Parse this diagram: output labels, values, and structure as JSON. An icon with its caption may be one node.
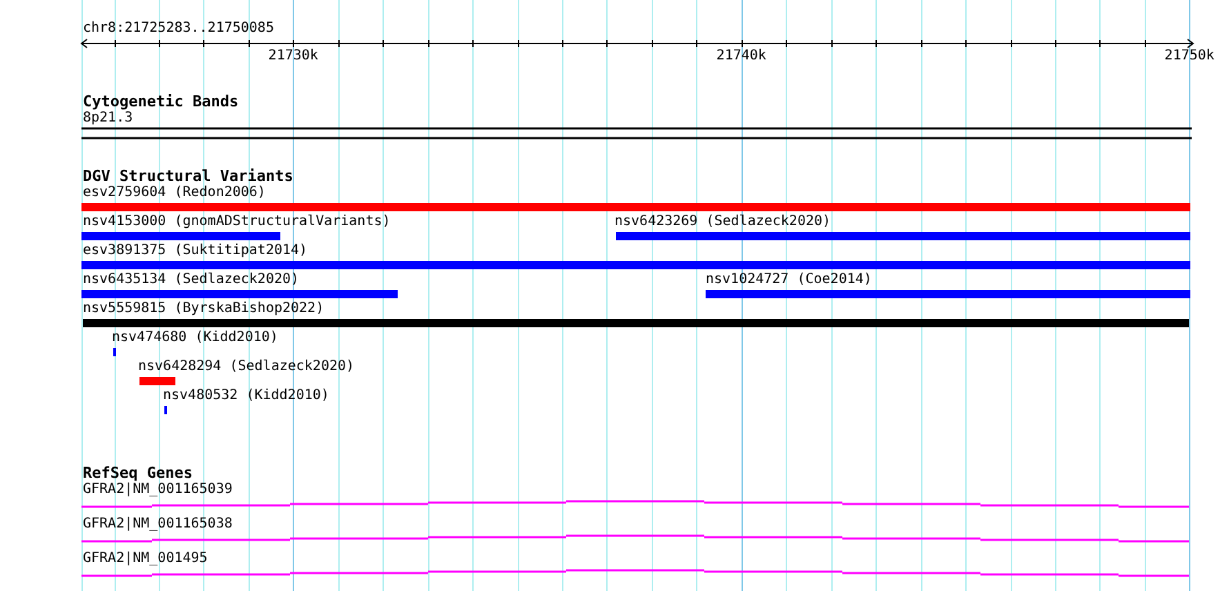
{
  "diagram": {
    "nodes": [
      {
        "text": [
          "Cytogenetic Bands"
        ]
      },
      {
        "text": [
          "8p21.3"
        ],
        "in": 0
      },
      {
        "text": [
          "DGV Structural Variants"
        ]
      },
      {
        "text": [
          "esv2759604 (Redon2006)"
        ],
        "in": 2
      },
      {
        "text": [
          "nsv4153000 (gnomADStructuralVariants)"
        ],
        "in": 2
      },
      {
        "text": [
          "nsv6423269 (Sedlazeck2020)"
        ],
        "in": 2
      },
      {
        "text": [
          "esv3891375 (Suktitipat2014)"
        ],
        "in": 2
      },
      {
        "text": [
          "nsv6435134 (Sedlazeck2020)"
        ],
        "in": 2
      },
      {
        "text": [
          "nsv1024727 (Coe2014)"
        ],
        "in": 2
      },
      {
        "text": [
          "nsv5559815 (ByrskaBishop2022)"
        ],
        "in": 2
      },
      {
        "text": [
          "nsv474680 (Kidd2010)"
        ],
        "in": 2
      },
      {
        "text": [
          "nsv6428294 (Sedlazeck2020)"
        ],
        "in": 2
      },
      {
        "text": [
          "nsv480532 (Kidd2010)"
        ],
        "in": 2
      },
      {
        "text": [
          "RefSeq Genes"
        ]
      },
      {
        "text": [
          "GFRA2|NM_001165039"
        ],
        "in": 13
      },
      {
        "text": [
          "GFRA2|NM_001165038"
        ],
        "in": 13
      },
      {
        "text": [
          "GFRA2|NM_001495"
        ],
        "in": 13
      }
    ],
    "labels": [
      "chr8:21725283..21750085",
      "21730k",
      "21740k",
      "21750k"
    ]
  }
}
